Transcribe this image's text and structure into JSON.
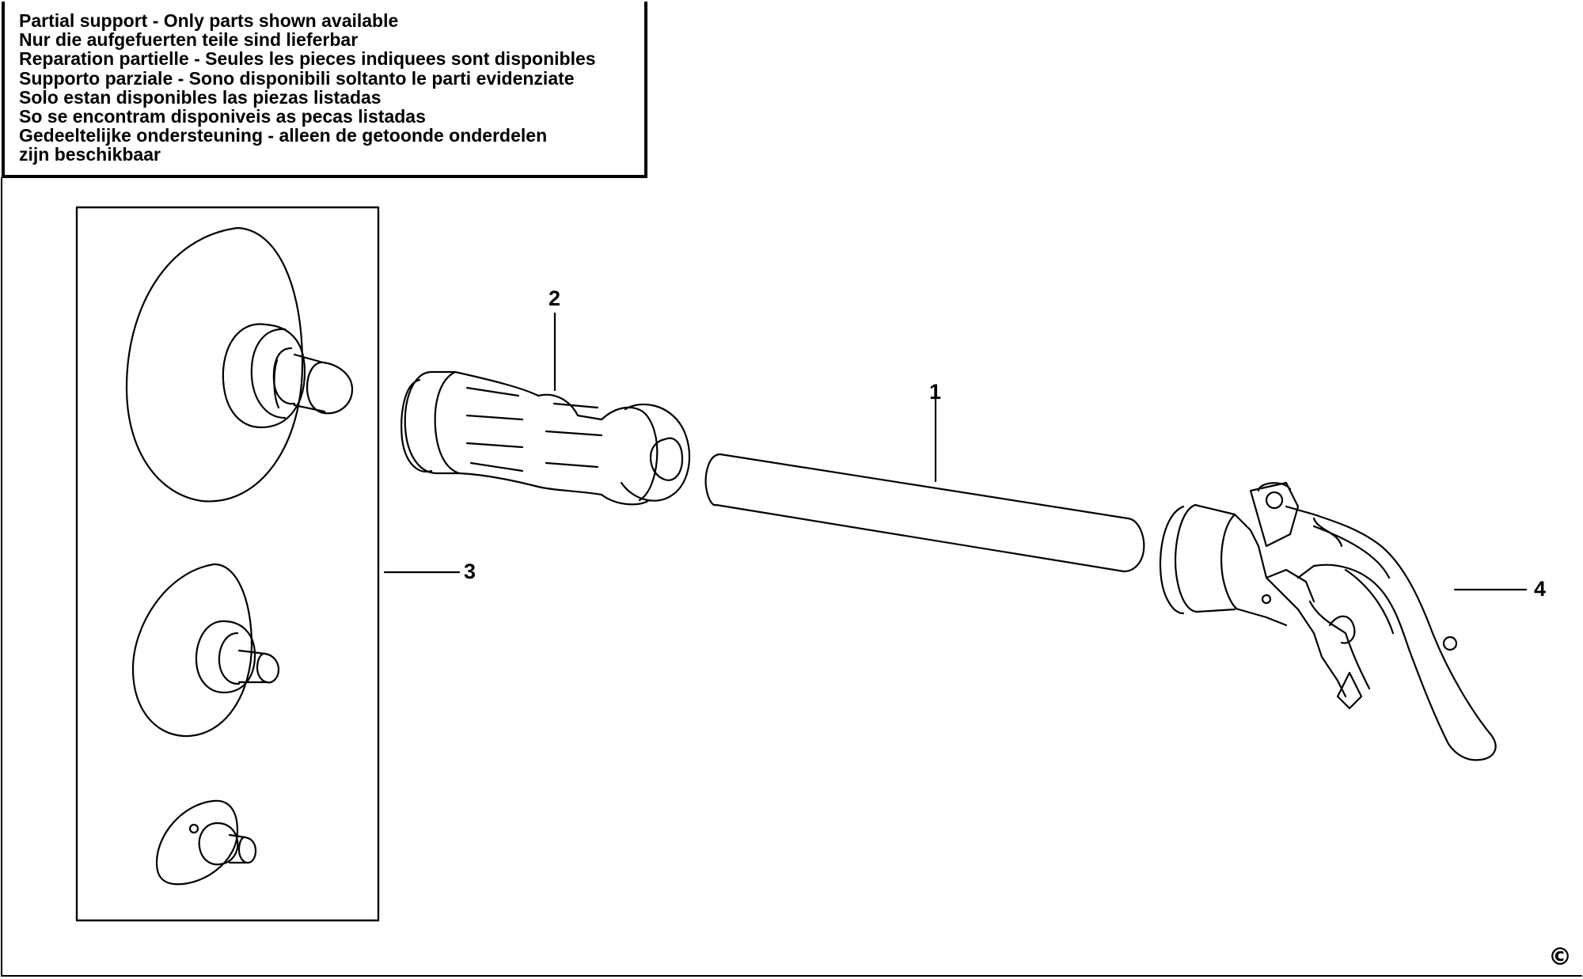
{
  "notice": {
    "lines": [
      "Partial support - Only parts shown available",
      "Nur die aufgefuerten teile sind lieferbar",
      "Reparation partielle - Seules les pieces indiquees sont disponibles",
      "Supporto parziale - Sono disponibili soltanto le parti evidenziate",
      "Solo estan disponibles las piezas listadas",
      "So se encontram disponiveis as pecas listadas",
      "Gedeeltelijke ondersteuning - alleen de getoonde onderdelen",
      "zijn beschikbaar"
    ]
  },
  "callouts": {
    "part1": "1",
    "part2": "2",
    "part3": "3",
    "part4": "4"
  },
  "copyright_symbol": "©",
  "colors": {
    "line": "#000000",
    "background": "#ffffff"
  }
}
